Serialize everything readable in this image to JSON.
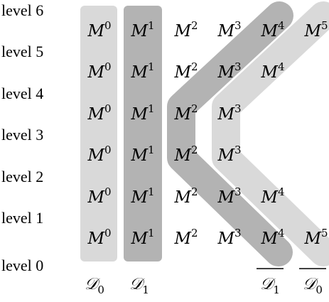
{
  "levels": [
    "level 6",
    "level 5",
    "level 4",
    "level 3",
    "level 2",
    "level 1",
    "level 0"
  ],
  "cells": [
    {
      "base": "M",
      "exp": "0"
    },
    {
      "base": "M",
      "exp": "1"
    },
    {
      "base": "M",
      "exp": "2"
    },
    {
      "base": "M",
      "exp": "3"
    },
    {
      "base": "M",
      "exp": "4"
    },
    {
      "base": "M",
      "exp": "5"
    }
  ],
  "rows": [
    {
      "level": 6,
      "cells": [
        0,
        1,
        2,
        3,
        4,
        5
      ]
    },
    {
      "level": 5,
      "cells": [
        0,
        1,
        2,
        3,
        4
      ]
    },
    {
      "level": 4,
      "cells": [
        0,
        1,
        2,
        3
      ]
    },
    {
      "level": 3,
      "cells": [
        0,
        1,
        2,
        3
      ]
    },
    {
      "level": 2,
      "cells": [
        0,
        1,
        2,
        3,
        4
      ]
    },
    {
      "level": 1,
      "cells": [
        0,
        1,
        2,
        3,
        4,
        5
      ]
    }
  ],
  "bottom_labels": [
    {
      "base": "𝒟",
      "sub": "0",
      "bar": false
    },
    {
      "base": "𝒟",
      "sub": "1",
      "bar": false
    },
    {
      "base": "𝒟",
      "sub": "1",
      "bar": true
    },
    {
      "base": "𝒟",
      "sub": "0",
      "bar": true
    }
  ],
  "colors": {
    "light": "#d9d9d9",
    "dark": "#b3b3b3"
  }
}
